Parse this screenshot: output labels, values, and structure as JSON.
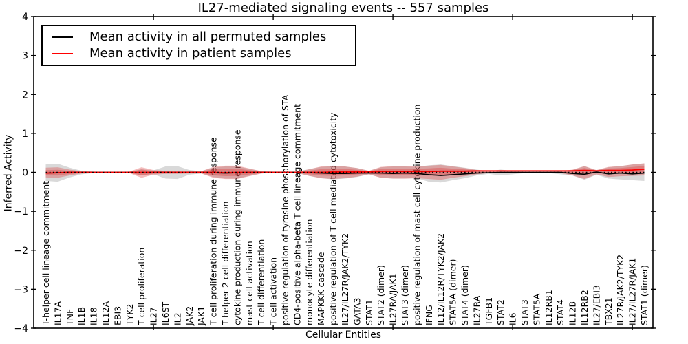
{
  "chart_data": {
    "type": "line",
    "title": "IL27-mediated signaling events -- 557 samples",
    "xlabel": "Cellular Entities",
    "ylabel": "Inferred Activity",
    "ylim": [
      -4,
      4
    ],
    "yticks": [
      -4,
      -3,
      -2,
      -1,
      0,
      1,
      2,
      3,
      4
    ],
    "xtick_interval": 10,
    "grid": false,
    "legend_position": "upper left",
    "zero_reference_line": {
      "style": "dotted",
      "color": "#000000",
      "value": 0
    },
    "categories": [
      "T-helper cell lineage commitment",
      "IL17A",
      "TNF",
      "IL1B",
      "IL18",
      "IL12A",
      "EBI3",
      "TYK2",
      "T cell proliferation",
      "IL27",
      "IL6ST",
      "IL2",
      "JAK2",
      "JAK1",
      "T cell proliferation during immune response",
      "T-helper 2 cell differentiation",
      "cytokine production during immune response",
      "mast cell activation",
      "T cell differentiation",
      "T cell activation",
      "positive regulation of tyrosine phosphorylation of STA",
      "CD4-positive alpha-beta T cell lineage commitment",
      "monocyte differentiation",
      "MAPKKK cascade",
      "positive regulation of T cell mediated cytotoxicity",
      "IL27/IL27R/JAK2/TYK2",
      "GATA3",
      "STAT1",
      "STAT2 (dimer)",
      "IL27RA/JAK1",
      "STAT3 (dimer)",
      "positive regulation of mast cell cytokine production",
      "IFNG",
      "IL12/IL12R/TYK2/JAK2",
      "STAT5A (dimer)",
      "STAT4 (dimer)",
      "IL27RA",
      "TGFB1",
      "STAT2",
      "IL6",
      "STAT3",
      "STAT5A",
      "IL12RB1",
      "STAT4",
      "IL12B",
      "IL12RB2",
      "IL27/EBI3",
      "TBX21",
      "IL27R/JAK2/TYK2",
      "IL27/IL27R/JAK1",
      "STAT1 (dimer)"
    ],
    "series": [
      {
        "name": "Mean activity in all permuted samples",
        "color": "#000000",
        "style": "solid",
        "values": [
          -0.02,
          -0.01,
          0,
          0,
          0,
          0,
          0,
          0,
          -0.01,
          0,
          0,
          -0.01,
          0,
          0,
          -0.01,
          -0.02,
          -0.01,
          0,
          0,
          0,
          0,
          0,
          -0.01,
          -0.02,
          -0.03,
          -0.03,
          -0.02,
          -0.02,
          -0.02,
          -0.03,
          -0.02,
          -0.03,
          -0.06,
          -0.08,
          -0.06,
          -0.04,
          -0.02,
          -0.01,
          0,
          0,
          0,
          0,
          0,
          0,
          -0.03,
          -0.05,
          0.01,
          -0.04,
          -0.02,
          -0.04,
          -0.02
        ]
      },
      {
        "name": "Mean activity in patient samples",
        "color": "#ff0000",
        "style": "solid",
        "values": [
          -0.02,
          -0.01,
          0,
          0,
          0,
          0,
          0,
          0,
          0,
          0,
          0,
          0,
          0,
          0,
          0,
          -0.01,
          0,
          0,
          0,
          0,
          0,
          0,
          0,
          0,
          0.01,
          0.01,
          0.01,
          0.01,
          0.02,
          0.02,
          0.02,
          0.02,
          0.02,
          0.03,
          0.03,
          0.03,
          0.04,
          0.04,
          0.04,
          0.04,
          0.04,
          0.04,
          0.04,
          0.04,
          0.04,
          0.05,
          0.04,
          0.05,
          0.05,
          0.06,
          0.08
        ]
      }
    ],
    "bands": [
      {
        "name": "permuted samples range",
        "color": "#8c8c8c",
        "opacity": 0.33,
        "upper": [
          0.2,
          0.22,
          0.12,
          0.04,
          0.02,
          0.02,
          0.02,
          0.02,
          0.08,
          0.05,
          0.15,
          0.16,
          0.06,
          0.03,
          0.12,
          0.15,
          0.15,
          0.09,
          0.03,
          0.02,
          0.02,
          0.02,
          0.08,
          0.14,
          0.16,
          0.15,
          0.11,
          0.04,
          0.13,
          0.15,
          0.15,
          0.14,
          0.18,
          0.2,
          0.16,
          0.12,
          0.07,
          0.03,
          0.07,
          0.04,
          0.02,
          0.02,
          0.02,
          0.05,
          0.06,
          0.16,
          0.05,
          0.13,
          0.16,
          0.2,
          0.23
        ],
        "lower": [
          -0.22,
          -0.24,
          -0.13,
          -0.05,
          -0.02,
          -0.02,
          -0.02,
          -0.02,
          -0.08,
          -0.05,
          -0.16,
          -0.17,
          -0.06,
          -0.03,
          -0.12,
          -0.16,
          -0.16,
          -0.09,
          -0.03,
          -0.02,
          -0.02,
          -0.02,
          -0.09,
          -0.15,
          -0.18,
          -0.16,
          -0.12,
          -0.05,
          -0.14,
          -0.16,
          -0.16,
          -0.15,
          -0.24,
          -0.26,
          -0.2,
          -0.15,
          -0.08,
          -0.04,
          -0.08,
          -0.05,
          -0.02,
          -0.02,
          -0.02,
          -0.05,
          -0.08,
          -0.19,
          -0.06,
          -0.16,
          -0.18,
          -0.2,
          -0.22
        ]
      },
      {
        "name": "patient samples range",
        "color": "#dd3333",
        "opacity": 0.33,
        "upper": [
          0.12,
          0.13,
          0.07,
          0.03,
          0.02,
          0.01,
          0.01,
          0.02,
          0.13,
          0.06,
          0.04,
          0.04,
          0.03,
          0.03,
          0.14,
          0.17,
          0.17,
          0.1,
          0.03,
          0.02,
          0.02,
          0.02,
          0.08,
          0.15,
          0.17,
          0.15,
          0.11,
          0.04,
          0.14,
          0.16,
          0.16,
          0.15,
          0.17,
          0.19,
          0.15,
          0.11,
          0.06,
          0.03,
          0.03,
          0.03,
          0.02,
          0.02,
          0.02,
          0.03,
          0.07,
          0.16,
          0.06,
          0.14,
          0.16,
          0.2,
          0.23
        ],
        "lower": [
          -0.13,
          -0.14,
          -0.08,
          -0.03,
          -0.02,
          -0.01,
          -0.01,
          -0.02,
          -0.14,
          -0.06,
          -0.04,
          -0.04,
          -0.03,
          -0.03,
          -0.14,
          -0.17,
          -0.17,
          -0.1,
          -0.03,
          -0.02,
          -0.02,
          -0.02,
          -0.09,
          -0.15,
          -0.17,
          -0.15,
          -0.11,
          -0.05,
          -0.14,
          -0.16,
          -0.16,
          -0.15,
          -0.17,
          -0.19,
          -0.14,
          -0.1,
          -0.05,
          -0.02,
          -0.02,
          -0.02,
          -0.02,
          -0.02,
          -0.02,
          -0.02,
          -0.08,
          -0.17,
          -0.05,
          -0.12,
          -0.1,
          -0.09,
          -0.08
        ]
      }
    ]
  }
}
